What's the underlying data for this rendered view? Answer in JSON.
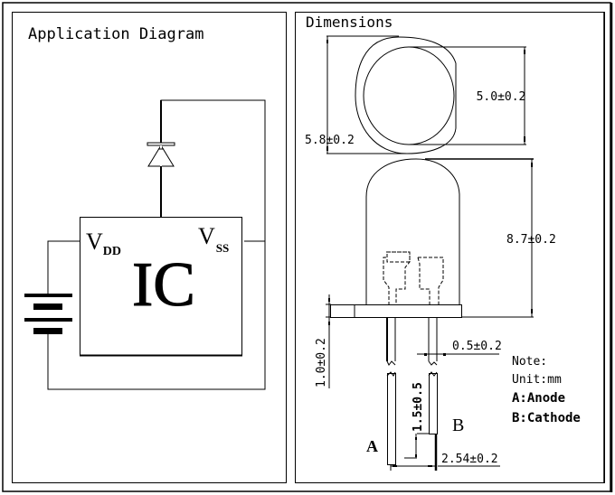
{
  "panels": {
    "left": {
      "title": "Application Diagram",
      "ic_label": "IC",
      "vdd": {
        "main": "V",
        "sub": "DD"
      },
      "vss": {
        "main": "V",
        "sub": "SS"
      }
    },
    "right": {
      "title": "Dimensions",
      "dims": {
        "flange_diameter": "5.8±0.2",
        "body_diameter": "5.0±0.2",
        "height": "8.7±0.2",
        "flange_thickness": "1.0±0.2",
        "lead_width": "0.5±0.2",
        "standoff": "1.5±0.5",
        "lead_spacing": "2.54±0.2"
      },
      "lead_labels": {
        "anode": "A",
        "cathode": "B"
      },
      "notes": [
        "Note:",
        "Unit:mm",
        "A:Anode",
        "B:Cathode"
      ]
    }
  }
}
